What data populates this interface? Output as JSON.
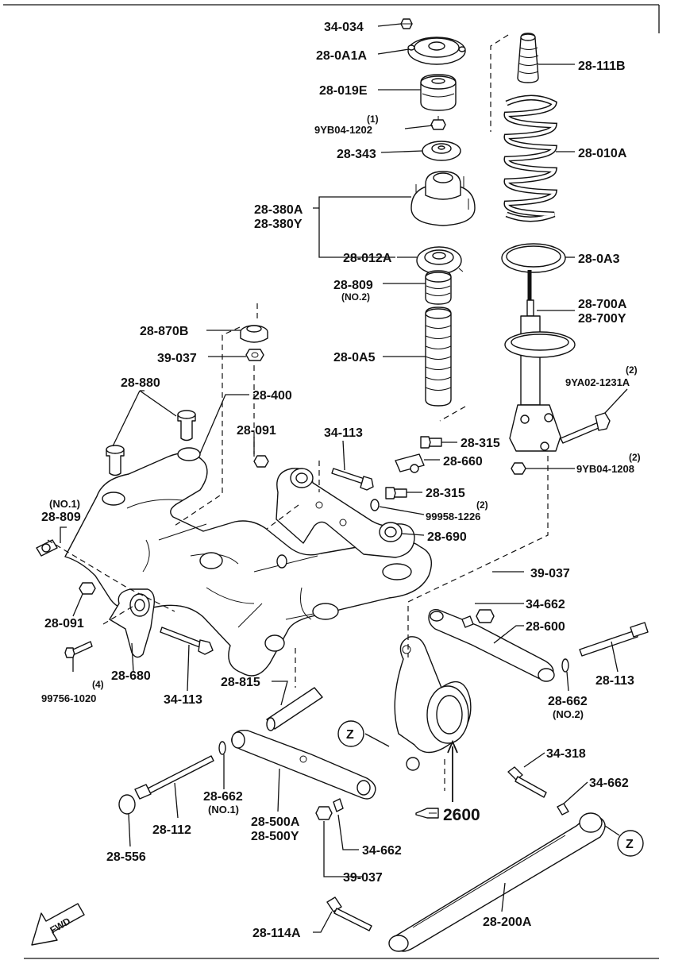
{
  "labels": {
    "p34_034": "34-034",
    "p28_0A1A": "28-0A1A",
    "p28_019E": "28-019E",
    "p9YB04_1202_qty": "(1)",
    "p9YB04_1202": "9YB04-1202",
    "p28_343": "28-343",
    "p28_380A": "28-380A",
    "p28_380Y": "28-380Y",
    "p28_012A": "28-012A",
    "p28_809_top": "28-809",
    "p28_809_no2": "(NO.2)",
    "p28_0A5": "28-0A5",
    "p28_111B": "28-111B",
    "p28_010A": "28-010A",
    "p28_0A3": "28-0A3",
    "p28_700A": "28-700A",
    "p28_700Y": "28-700Y",
    "p9YA02_qty": "(2)",
    "p9YA02": "9YA02-1231A",
    "p9YB04_1208_qty": "(2)",
    "p9YB04_1208": "9YB04-1208",
    "p28_870B": "28-870B",
    "p39_037_a": "39-037",
    "p28_880": "28-880",
    "p28_400": "28-400",
    "p28_091_a": "28-091",
    "p34_113_a": "34-113",
    "p28_315_a": "28-315",
    "p28_660": "28-660",
    "p28_315_b": "28-315",
    "p99958_qty": "(2)",
    "p99958": "99958-1226",
    "p28_690": "28-690",
    "p28_809_no1": "(NO.1)",
    "p28_809_left": "28-809",
    "p39_037_b": "39-037",
    "p34_662_a": "34-662",
    "p28_600": "28-600",
    "p28_091_b": "28-091",
    "p28_113": "28-113",
    "p28_680": "28-680",
    "p99756_qty": "(4)",
    "p99756": "99756-1020",
    "p34_113_b": "34-113",
    "p28_815": "28-815",
    "p28_662_no2": "28-662",
    "p28_662_no2_sub": "(NO.2)",
    "pZ1": "Z",
    "p34_318": "34-318",
    "p34_662_b": "34-662",
    "p28_662_no1": "28-662",
    "p28_662_no1_sub": "(NO.1)",
    "p28_112": "28-112",
    "p28_500A": "28-500A",
    "p28_500Y": "28-500Y",
    "p2600": "2600",
    "p28_556": "28-556",
    "p34_662_c": "34-662",
    "p39_037_c": "39-037",
    "pZ2": "Z",
    "p28_200A": "28-200A",
    "p28_114A": "28-114A",
    "fwd": "FWD"
  }
}
